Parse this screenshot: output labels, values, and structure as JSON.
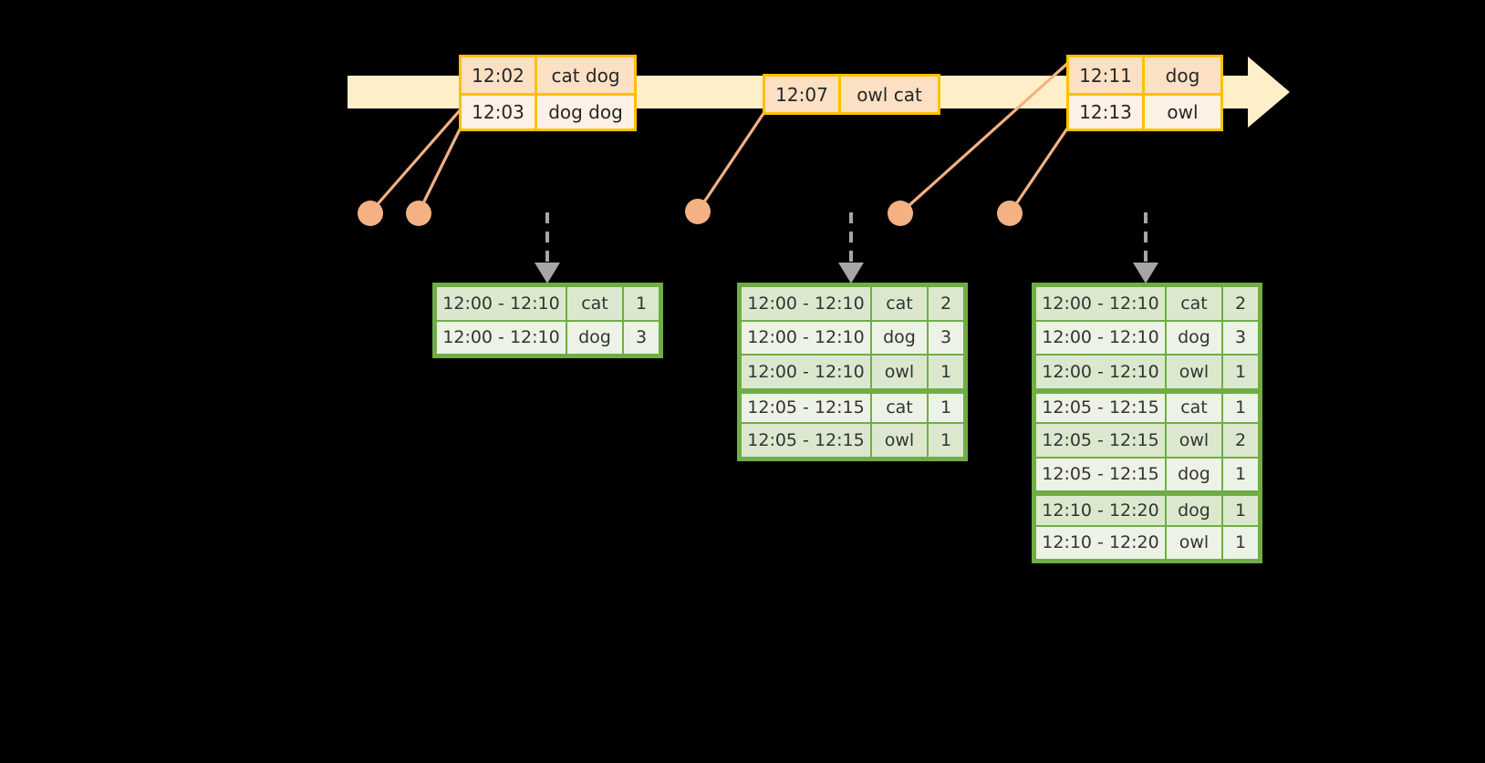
{
  "diagram": {
    "title": "windowed-aggregation-timeline",
    "colors": {
      "background": "#000000",
      "timeline_fill": "#FFEFC9",
      "event_border": "#FFC000",
      "event_fill_dark": "#FBE0C4",
      "event_fill_light": "#FDF1E6",
      "table_border": "#70AD47",
      "table_fill_dark": "#DCE8CE",
      "table_fill_light": "#EDF2E6",
      "dot_fill": "#F4B183",
      "leader_line": "#F4B183",
      "dashed_arrow": "#A6A6A6"
    }
  },
  "timeline": {
    "name": "event-time-axis",
    "arrow_direction": "right"
  },
  "events": [
    {
      "id": "event-group-1",
      "rows": [
        {
          "time": "12:02",
          "words": "cat dog"
        },
        {
          "time": "12:03",
          "words": "dog dog"
        }
      ]
    },
    {
      "id": "event-group-2",
      "rows": [
        {
          "time": "12:07",
          "words": "owl cat"
        }
      ]
    },
    {
      "id": "event-group-3",
      "rows": [
        {
          "time": "12:11",
          "words": "dog"
        },
        {
          "time": "12:13",
          "words": "owl"
        }
      ]
    }
  ],
  "dots": [
    {
      "name": "event-dot-1202"
    },
    {
      "name": "event-dot-1203"
    },
    {
      "name": "event-dot-1207"
    },
    {
      "name": "event-dot-1211"
    },
    {
      "name": "event-dot-1213"
    }
  ],
  "tables": [
    {
      "id": "result-table-1",
      "rows": [
        {
          "window": "12:00 - 12:10",
          "key": "cat",
          "count": "1",
          "group_start": false
        },
        {
          "window": "12:00 - 12:10",
          "key": "dog",
          "count": "3",
          "group_start": false
        }
      ]
    },
    {
      "id": "result-table-2",
      "rows": [
        {
          "window": "12:00 - 12:10",
          "key": "cat",
          "count": "2",
          "group_start": false
        },
        {
          "window": "12:00 - 12:10",
          "key": "dog",
          "count": "3",
          "group_start": false
        },
        {
          "window": "12:00 - 12:10",
          "key": "owl",
          "count": "1",
          "group_start": false
        },
        {
          "window": "12:05 - 12:15",
          "key": "cat",
          "count": "1",
          "group_start": true
        },
        {
          "window": "12:05 - 12:15",
          "key": "owl",
          "count": "1",
          "group_start": false
        }
      ]
    },
    {
      "id": "result-table-3",
      "rows": [
        {
          "window": "12:00 - 12:10",
          "key": "cat",
          "count": "2",
          "group_start": false
        },
        {
          "window": "12:00 - 12:10",
          "key": "dog",
          "count": "3",
          "group_start": false
        },
        {
          "window": "12:00 - 12:10",
          "key": "owl",
          "count": "1",
          "group_start": false
        },
        {
          "window": "12:05 - 12:15",
          "key": "cat",
          "count": "1",
          "group_start": true
        },
        {
          "window": "12:05 - 12:15",
          "key": "owl",
          "count": "2",
          "group_start": false
        },
        {
          "window": "12:05 - 12:15",
          "key": "dog",
          "count": "1",
          "group_start": false
        },
        {
          "window": "12:10 - 12:20",
          "key": "dog",
          "count": "1",
          "group_start": true
        },
        {
          "window": "12:10 - 12:20",
          "key": "owl",
          "count": "1",
          "group_start": false
        }
      ]
    }
  ]
}
